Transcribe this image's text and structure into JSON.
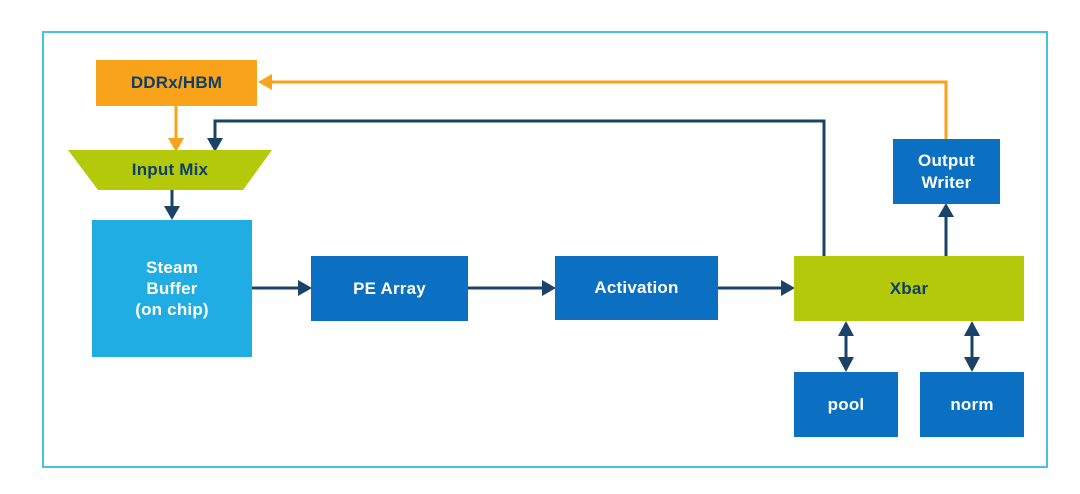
{
  "diagram": {
    "type": "block-diagram",
    "colors": {
      "frame_border": "#45c1e9",
      "box_blue": "#0b6fc2",
      "box_light_blue": "#1fade4",
      "box_green": "#b4c90a",
      "box_orange": "#f9a31b",
      "arrow_navy": "#1b4368",
      "arrow_orange": "#f9a31b",
      "text_navy": "#0e3f66",
      "text_white": "#ffffff"
    },
    "nodes": [
      {
        "id": "ddrx-hbm",
        "label": "DDRx/HBM",
        "shape": "rect",
        "fill": "#f9a31b"
      },
      {
        "id": "input-mix",
        "label": "Input Mix",
        "shape": "trapezoid",
        "fill": "#b4c90a"
      },
      {
        "id": "steam-buffer",
        "label": "Steam\nBuffer\n(on chip)",
        "shape": "rect",
        "fill": "#1fade4"
      },
      {
        "id": "pe-array",
        "label": "PE Array",
        "shape": "rect",
        "fill": "#0b6fc2"
      },
      {
        "id": "activation",
        "label": "Activation",
        "shape": "rect",
        "fill": "#0b6fc2"
      },
      {
        "id": "xbar",
        "label": "Xbar",
        "shape": "rect",
        "fill": "#b4c90a"
      },
      {
        "id": "output-writer",
        "label": "Output\nWriter",
        "shape": "rect",
        "fill": "#0b6fc2"
      },
      {
        "id": "pool",
        "label": "pool",
        "shape": "rect",
        "fill": "#0b6fc2"
      },
      {
        "id": "norm",
        "label": "norm",
        "shape": "rect",
        "fill": "#0b6fc2"
      }
    ],
    "edges": [
      {
        "from": "ddrx-hbm",
        "to": "input-mix",
        "color": "orange",
        "style": "arrow"
      },
      {
        "from": "output-writer",
        "to": "ddrx-hbm",
        "color": "orange",
        "style": "arrow"
      },
      {
        "from": "xbar",
        "to": "input-mix",
        "color": "navy",
        "style": "arrow"
      },
      {
        "from": "input-mix",
        "to": "steam-buffer",
        "color": "navy",
        "style": "arrow"
      },
      {
        "from": "steam-buffer",
        "to": "pe-array",
        "color": "navy",
        "style": "arrow"
      },
      {
        "from": "pe-array",
        "to": "activation",
        "color": "navy",
        "style": "arrow"
      },
      {
        "from": "activation",
        "to": "xbar",
        "color": "navy",
        "style": "arrow"
      },
      {
        "from": "xbar",
        "to": "output-writer",
        "color": "navy",
        "style": "arrow"
      },
      {
        "from": "xbar",
        "to": "pool",
        "color": "navy",
        "style": "double-arrow"
      },
      {
        "from": "xbar",
        "to": "norm",
        "color": "navy",
        "style": "double-arrow"
      }
    ]
  }
}
